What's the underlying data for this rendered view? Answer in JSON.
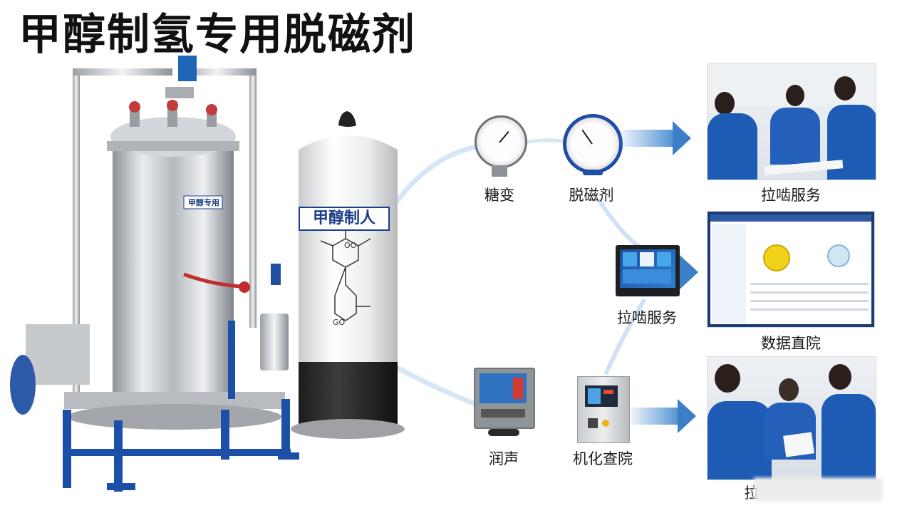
{
  "title": "甲醇制氢专用脱磁剂",
  "cylinder_label": "甲醇制人",
  "equipment_tag": "甲醇专用",
  "labels": {
    "gauge1": "糖变",
    "gauge2": "脱磁剂",
    "photo1": "拉啮服务",
    "monitor": "拉啮服务",
    "screenshot": "数据直院",
    "terminal": "润声",
    "cabinet": "机化查院",
    "photo3": "拉"
  },
  "colors": {
    "accent": "#3c7fc8",
    "uniform": "#1e5bb5",
    "frame": "#1b4fa8",
    "steel": "#c9ccd0"
  }
}
